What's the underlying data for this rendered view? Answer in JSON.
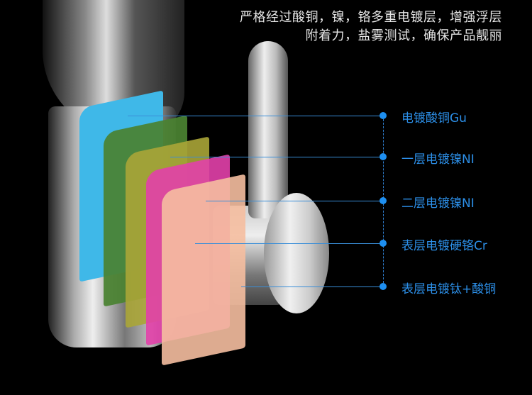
{
  "headline": {
    "line1": "严格经过酸铜，镍，铬多重电镀层，增强浮层",
    "line2": "附着力，盐雾测试，确保产品靓丽"
  },
  "layers": [
    {
      "label": "电镀酸铜Gu",
      "color": "#3fb8e8"
    },
    {
      "label": "一层电镀镍NI",
      "color": "#4a8232"
    },
    {
      "label": "二层电镀镍NI",
      "color": "#aaa537"
    },
    {
      "label": "表层电镀硬铬Cr",
      "color": "#e240aa"
    },
    {
      "label": "表层电镀钛+酸铜",
      "color": "#f5bea0"
    }
  ],
  "accent": "#2c8fe8"
}
